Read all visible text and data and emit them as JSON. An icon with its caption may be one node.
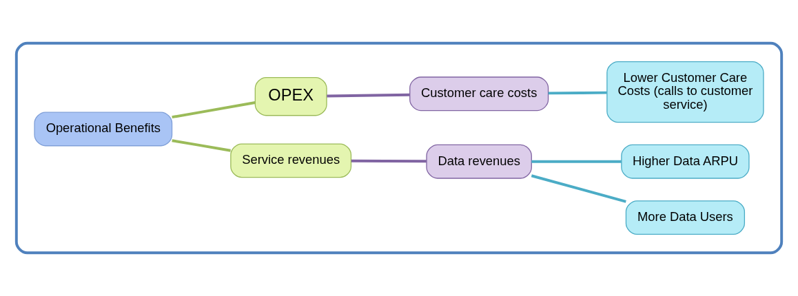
{
  "diagram": {
    "nodes": [
      {
        "text": [],
        "shape": "box"
      },
      {
        "text": [
          "Operational Benefits"
        ],
        "in": 0
      },
      {
        "text": [
          "Service revenues"
        ],
        "in": 0
      },
      {
        "text": [
          "OPEX"
        ],
        "in": 0
      },
      {
        "text": [
          "Data revenues"
        ],
        "in": 0
      },
      {
        "text": [
          "Customer care costs"
        ],
        "in": 0
      },
      {
        "text": [
          "More Data Users"
        ],
        "in": 0
      },
      {
        "text": [
          "Higher Data ARPU"
        ],
        "in": 0
      },
      {
        "text": [
          "Lower Customer Care Costs (calls to customer service)"
        ],
        "in": 0
      }
    ],
    "edges": [
      {
        "from": 1,
        "to": 2,
        "arrow": "none",
        "color": "#9bbb59"
      },
      {
        "from": 1,
        "to": 3,
        "arrow": "none",
        "color": "#9bbb59"
      },
      {
        "from": 2,
        "to": 4,
        "arrow": "none",
        "color": "#8064a2"
      },
      {
        "from": 3,
        "to": 5,
        "arrow": "none",
        "color": "#8064a2"
      },
      {
        "from": 4,
        "to": 6,
        "arrow": "none",
        "color": "#4bacc6"
      },
      {
        "from": 4,
        "to": 7,
        "arrow": "none",
        "color": "#4bacc6"
      },
      {
        "from": 5,
        "to": 8,
        "arrow": "none",
        "color": "#4bacc6"
      }
    ]
  }
}
